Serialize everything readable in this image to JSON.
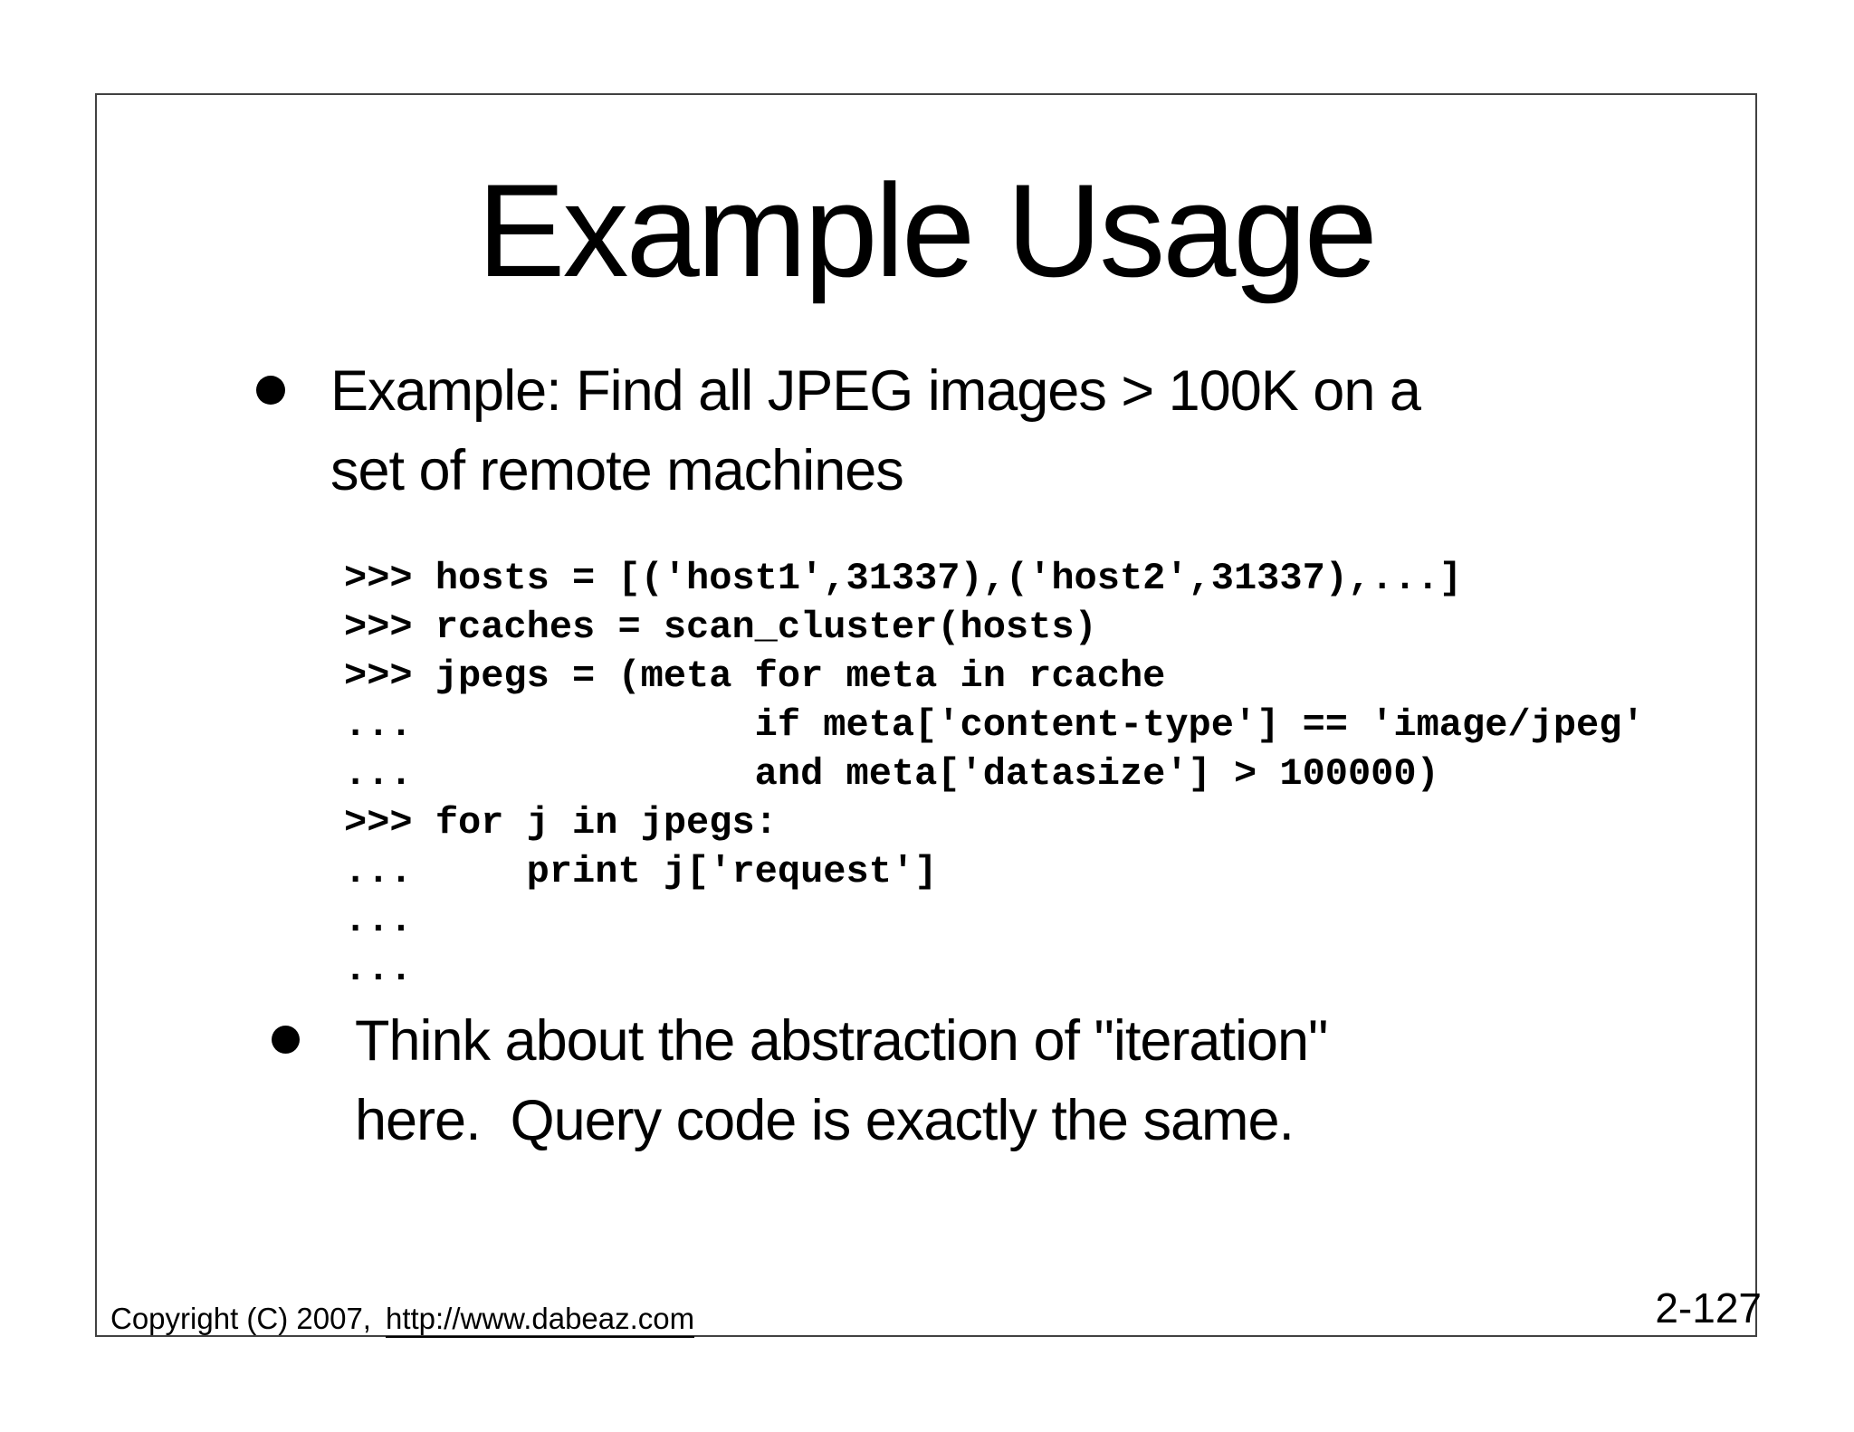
{
  "slide": {
    "title": "Example Usage",
    "bullets": [
      {
        "lines": [
          "Example: Find all JPEG images > 100K on a",
          "set of remote machines"
        ]
      },
      {
        "lines": [
          "Think about the abstraction of \"iteration\"",
          "here.  Query code is exactly the same."
        ]
      }
    ],
    "code": {
      "lines": [
        ">>> hosts = [('host1',31337),('host2',31337),...]",
        ">>> rcaches = scan_cluster(hosts)",
        ">>> jpegs = (meta for meta in rcache",
        "...               if meta['content-type'] == 'image/jpeg'",
        "...               and meta['datasize'] > 100000)",
        ">>> for j in jpegs:",
        "...     print j['request']",
        "...",
        "..."
      ]
    },
    "footer": {
      "copyright": "Copyright (C) 2007,",
      "link": "http://www.dabeaz.com"
    },
    "page_number": "2-127"
  },
  "colors": {
    "background": "#ffffff",
    "border": "#414141",
    "text": "#000000"
  }
}
